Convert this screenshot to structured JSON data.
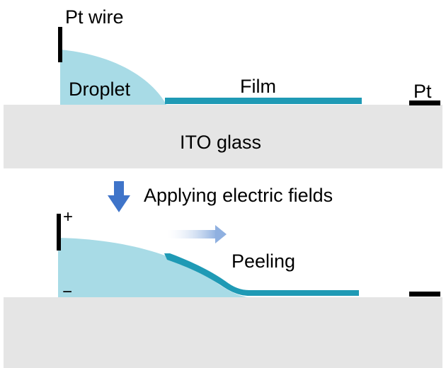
{
  "colors": {
    "glass": "#e5e5e5",
    "droplet": "#a8dbe6",
    "film": "#1f9ab5",
    "electrode": "#000000",
    "arrow_down": "#3f74c9",
    "arrow_right": "#9ab7e3",
    "text": "#000000"
  },
  "top_panel": {
    "pt_wire_label": "Pt wire",
    "droplet_label": "Droplet",
    "film_label": "Film",
    "pt_label": "Pt",
    "substrate_label": "ITO glass"
  },
  "step_label": "Applying electric fields",
  "bottom_panel": {
    "plus_label": "+",
    "minus_label": "−",
    "peeling_label": "Peeling"
  },
  "icons": {
    "down_arrow": "down-arrow-icon",
    "right_arrow": "right-arrow-icon"
  }
}
